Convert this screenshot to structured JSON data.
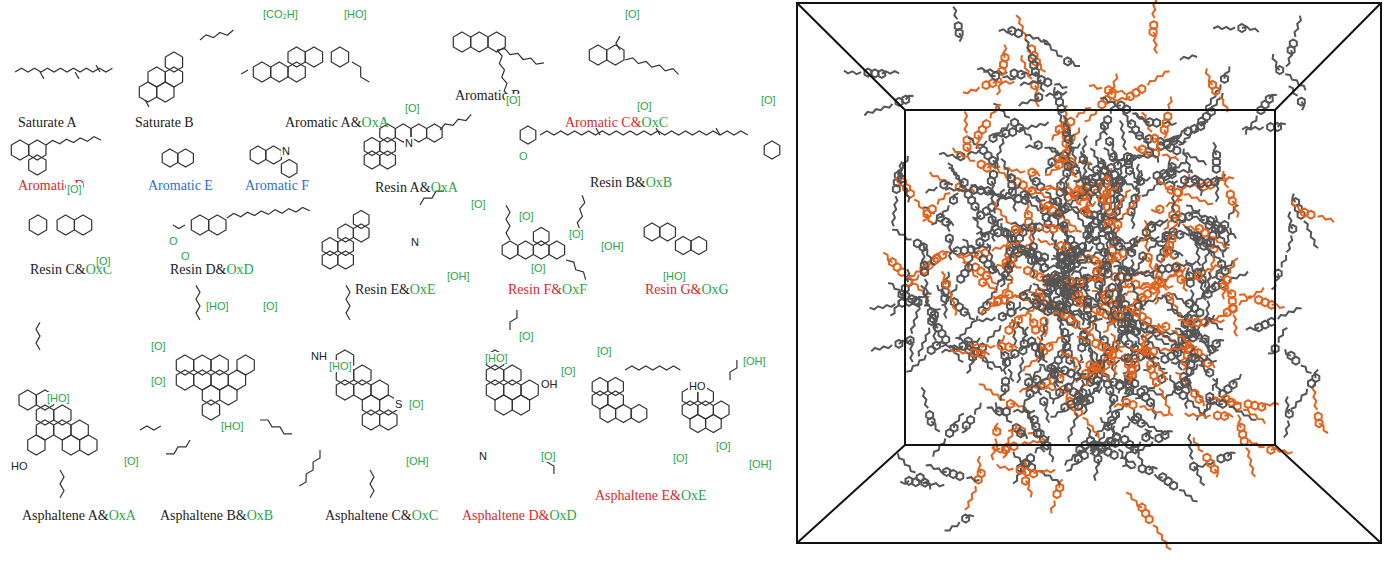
{
  "diagram": {
    "labels": [
      "Saturate A",
      "Saturate B",
      "Aromatic A&",
      "OxA",
      "Aromatic B",
      "Aromatic C&",
      "OxC",
      "Aromatic D",
      "Aromatic E",
      "Aromatic F",
      "Resin A&",
      "OxA",
      "Resin B&",
      "OxB",
      "Resin C&",
      "OxC",
      "Resin D&",
      "OxD",
      "Resin E&",
      "OxE",
      "Resin F&",
      "OxF",
      "Resin G&",
      "OxG",
      "Asphaltene A&",
      "OxA",
      "Asphaltene B&",
      "OxB",
      "Asphaltene C&",
      "OxC",
      "Asphaltene D&",
      "OxD",
      "Asphaltene E&",
      "OxE",
      "[CO₂H]",
      "[HO]",
      "[O]",
      "[O]",
      "[O]",
      "N",
      "N",
      "[O]",
      "O",
      "[O]",
      "[O]",
      "[O]",
      "O",
      "O",
      "[O]",
      "N",
      "[OH]",
      "[O]",
      "[O]",
      "[O]",
      "[OH]",
      "[HO]",
      "[HO]",
      "[O]",
      "HO",
      "[O]",
      "[HO]",
      "[O]",
      "[O]",
      "NH",
      "[HO]",
      "[HO]",
      "S",
      "[O]",
      "[OH]",
      "[HO]",
      "OH",
      "N",
      "[O]",
      "[O]",
      "[O]",
      "[O]",
      "[OH]",
      "HO",
      "[O]",
      "[OH]",
      "[O]"
    ]
  }
}
